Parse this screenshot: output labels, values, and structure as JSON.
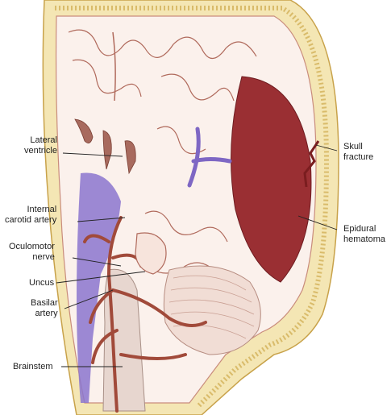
{
  "labels": {
    "lateral_ventricle": [
      "Lateral",
      "ventricle"
    ],
    "internal_carotid": [
      "Internal",
      "carotid artery"
    ],
    "oculomotor": [
      "Oculomotor",
      "nerve"
    ],
    "uncus": [
      "Uncus"
    ],
    "basilar": [
      "Basilar",
      "artery"
    ],
    "brainstem": [
      "Brainstem"
    ],
    "skull_fracture": [
      "Skull",
      "fracture"
    ],
    "epidural_hematoma": [
      "Epidural",
      "hematoma"
    ]
  },
  "colors": {
    "skull": "#f4e6b4",
    "skull_dots": "#c8a24a",
    "dura": "#f6dccf",
    "brain": "#fbf1ec",
    "gyri_line": "#b06a5c",
    "hematoma": "#9a2f33",
    "artery": "#a14a3a",
    "vein": "#7e67c4",
    "leader": "#222222"
  }
}
